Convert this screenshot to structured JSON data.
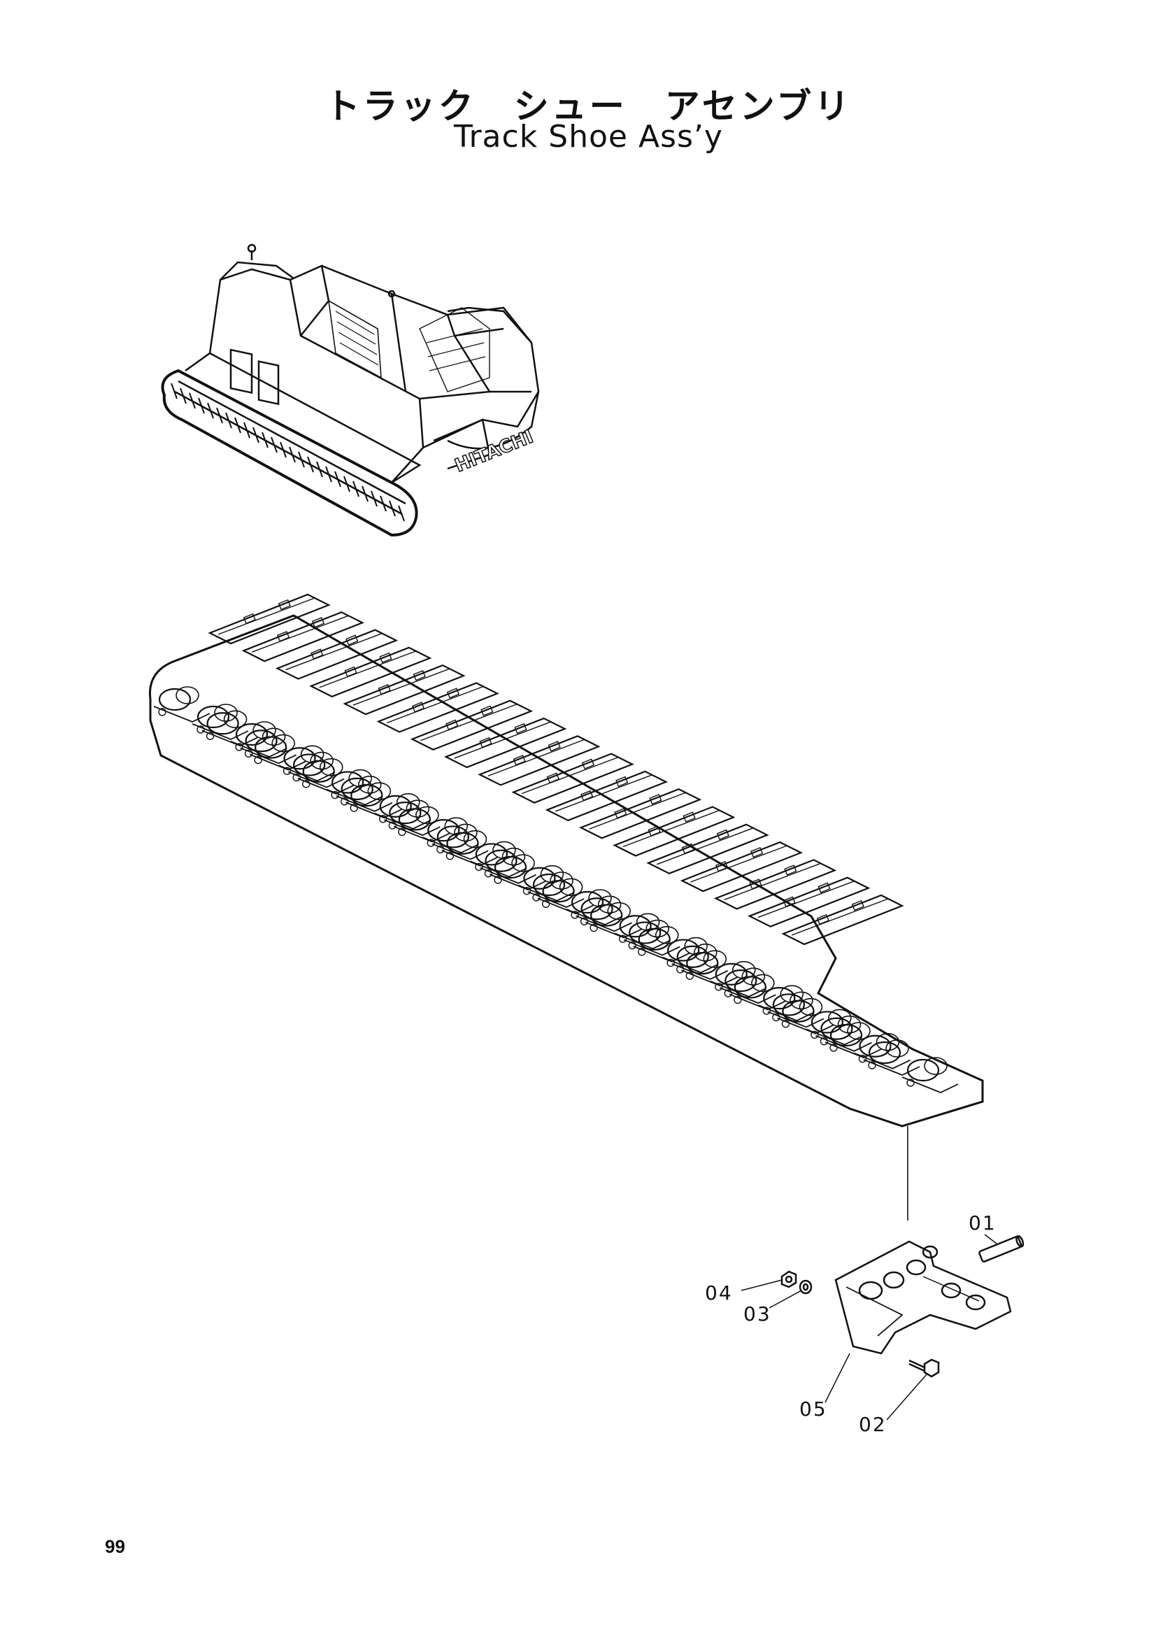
{
  "title": {
    "japanese": "トラック　シュー　アセンブリ",
    "english": "Track Shoe Ass’y"
  },
  "machine_illustration": {
    "logo_text": "HITACHI"
  },
  "callouts": [
    {
      "id": "01",
      "label": "01"
    },
    {
      "id": "02",
      "label": "02"
    },
    {
      "id": "03",
      "label": "03"
    },
    {
      "id": "04",
      "label": "04"
    },
    {
      "id": "05",
      "label": "05"
    }
  ],
  "page_number": "99"
}
